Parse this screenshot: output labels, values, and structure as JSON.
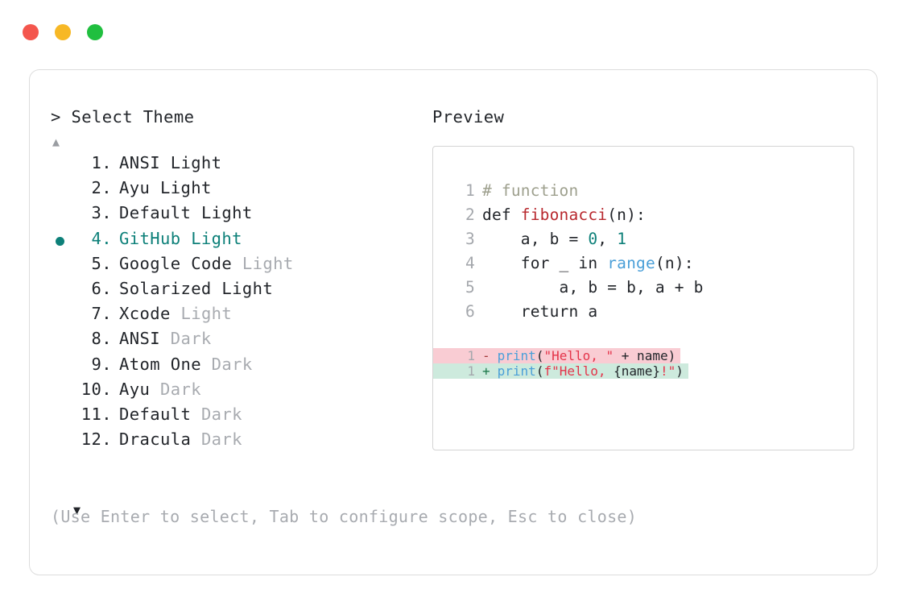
{
  "window": {
    "dots": [
      {
        "name": "close",
        "color": "#f4564d"
      },
      {
        "name": "minimize",
        "color": "#f7b825"
      },
      {
        "name": "maximize",
        "color": "#20bf3f"
      }
    ]
  },
  "chooser": {
    "caret": ">",
    "prompt": "Select Theme",
    "scroll_up": "▲",
    "scroll_down": "▼",
    "selected_index": 4,
    "items": [
      {
        "index": "1.",
        "name": "ANSI",
        "variant": " Light",
        "variant_dim": false
      },
      {
        "index": "2.",
        "name": "Ayu",
        "variant": " Light",
        "variant_dim": false
      },
      {
        "index": "3.",
        "name": "Default",
        "variant": " Light",
        "variant_dim": false
      },
      {
        "index": "4.",
        "name": "GitHub",
        "variant": " Light",
        "variant_dim": false
      },
      {
        "index": "5.",
        "name": "Google Code",
        "variant": " Light",
        "variant_dim": true
      },
      {
        "index": "6.",
        "name": "Solarized",
        "variant": " Light",
        "variant_dim": false
      },
      {
        "index": "7.",
        "name": "Xcode",
        "variant": " Light",
        "variant_dim": true
      },
      {
        "index": "8.",
        "name": "ANSI",
        "variant": " Dark",
        "variant_dim": true
      },
      {
        "index": "9.",
        "name": "Atom One",
        "variant": " Dark",
        "variant_dim": true
      },
      {
        "index": "10.",
        "name": "Ayu",
        "variant": " Dark",
        "variant_dim": true
      },
      {
        "index": "11.",
        "name": "Default",
        "variant": " Dark",
        "variant_dim": true
      },
      {
        "index": "12.",
        "name": "Dracula",
        "variant": " Dark",
        "variant_dim": true
      }
    ],
    "hint": "(Use Enter to select, Tab to configure scope, Esc to close)"
  },
  "preview": {
    "title": "Preview",
    "code_lines": [
      {
        "num": "1",
        "tokens": [
          {
            "t": "# function",
            "c": "comment"
          }
        ]
      },
      {
        "num": "2",
        "tokens": [
          {
            "t": "def ",
            "c": "keyword"
          },
          {
            "t": "fibonacci",
            "c": "func"
          },
          {
            "t": "(n):",
            "c": "plain"
          }
        ]
      },
      {
        "num": "3",
        "tokens": [
          {
            "t": "    a, b = ",
            "c": "plain"
          },
          {
            "t": "0",
            "c": "number"
          },
          {
            "t": ", ",
            "c": "plain"
          },
          {
            "t": "1",
            "c": "number"
          }
        ]
      },
      {
        "num": "4",
        "tokens": [
          {
            "t": "    for _ in ",
            "c": "plain"
          },
          {
            "t": "range",
            "c": "builtin"
          },
          {
            "t": "(n):",
            "c": "plain"
          }
        ]
      },
      {
        "num": "5",
        "tokens": [
          {
            "t": "        a, b = b, a + b",
            "c": "plain"
          }
        ]
      },
      {
        "num": "6",
        "tokens": [
          {
            "t": "    return a",
            "c": "plain"
          }
        ]
      }
    ],
    "diff_lines": [
      {
        "num": "1",
        "sign": "-",
        "kind": "minus",
        "tokens": [
          {
            "t": "print",
            "c": "builtin"
          },
          {
            "t": "(",
            "c": "plain"
          },
          {
            "t": "\"Hello, \"",
            "c": "string"
          },
          {
            "t": " + name)",
            "c": "plain"
          }
        ]
      },
      {
        "num": "1",
        "sign": "+",
        "kind": "plus",
        "tokens": [
          {
            "t": "print",
            "c": "builtin"
          },
          {
            "t": "(",
            "c": "plain"
          },
          {
            "t": "f\"Hello, ",
            "c": "string"
          },
          {
            "t": "{name}",
            "c": "plain"
          },
          {
            "t": "!\"",
            "c": "string"
          },
          {
            "t": ")",
            "c": "plain"
          }
        ]
      }
    ]
  }
}
